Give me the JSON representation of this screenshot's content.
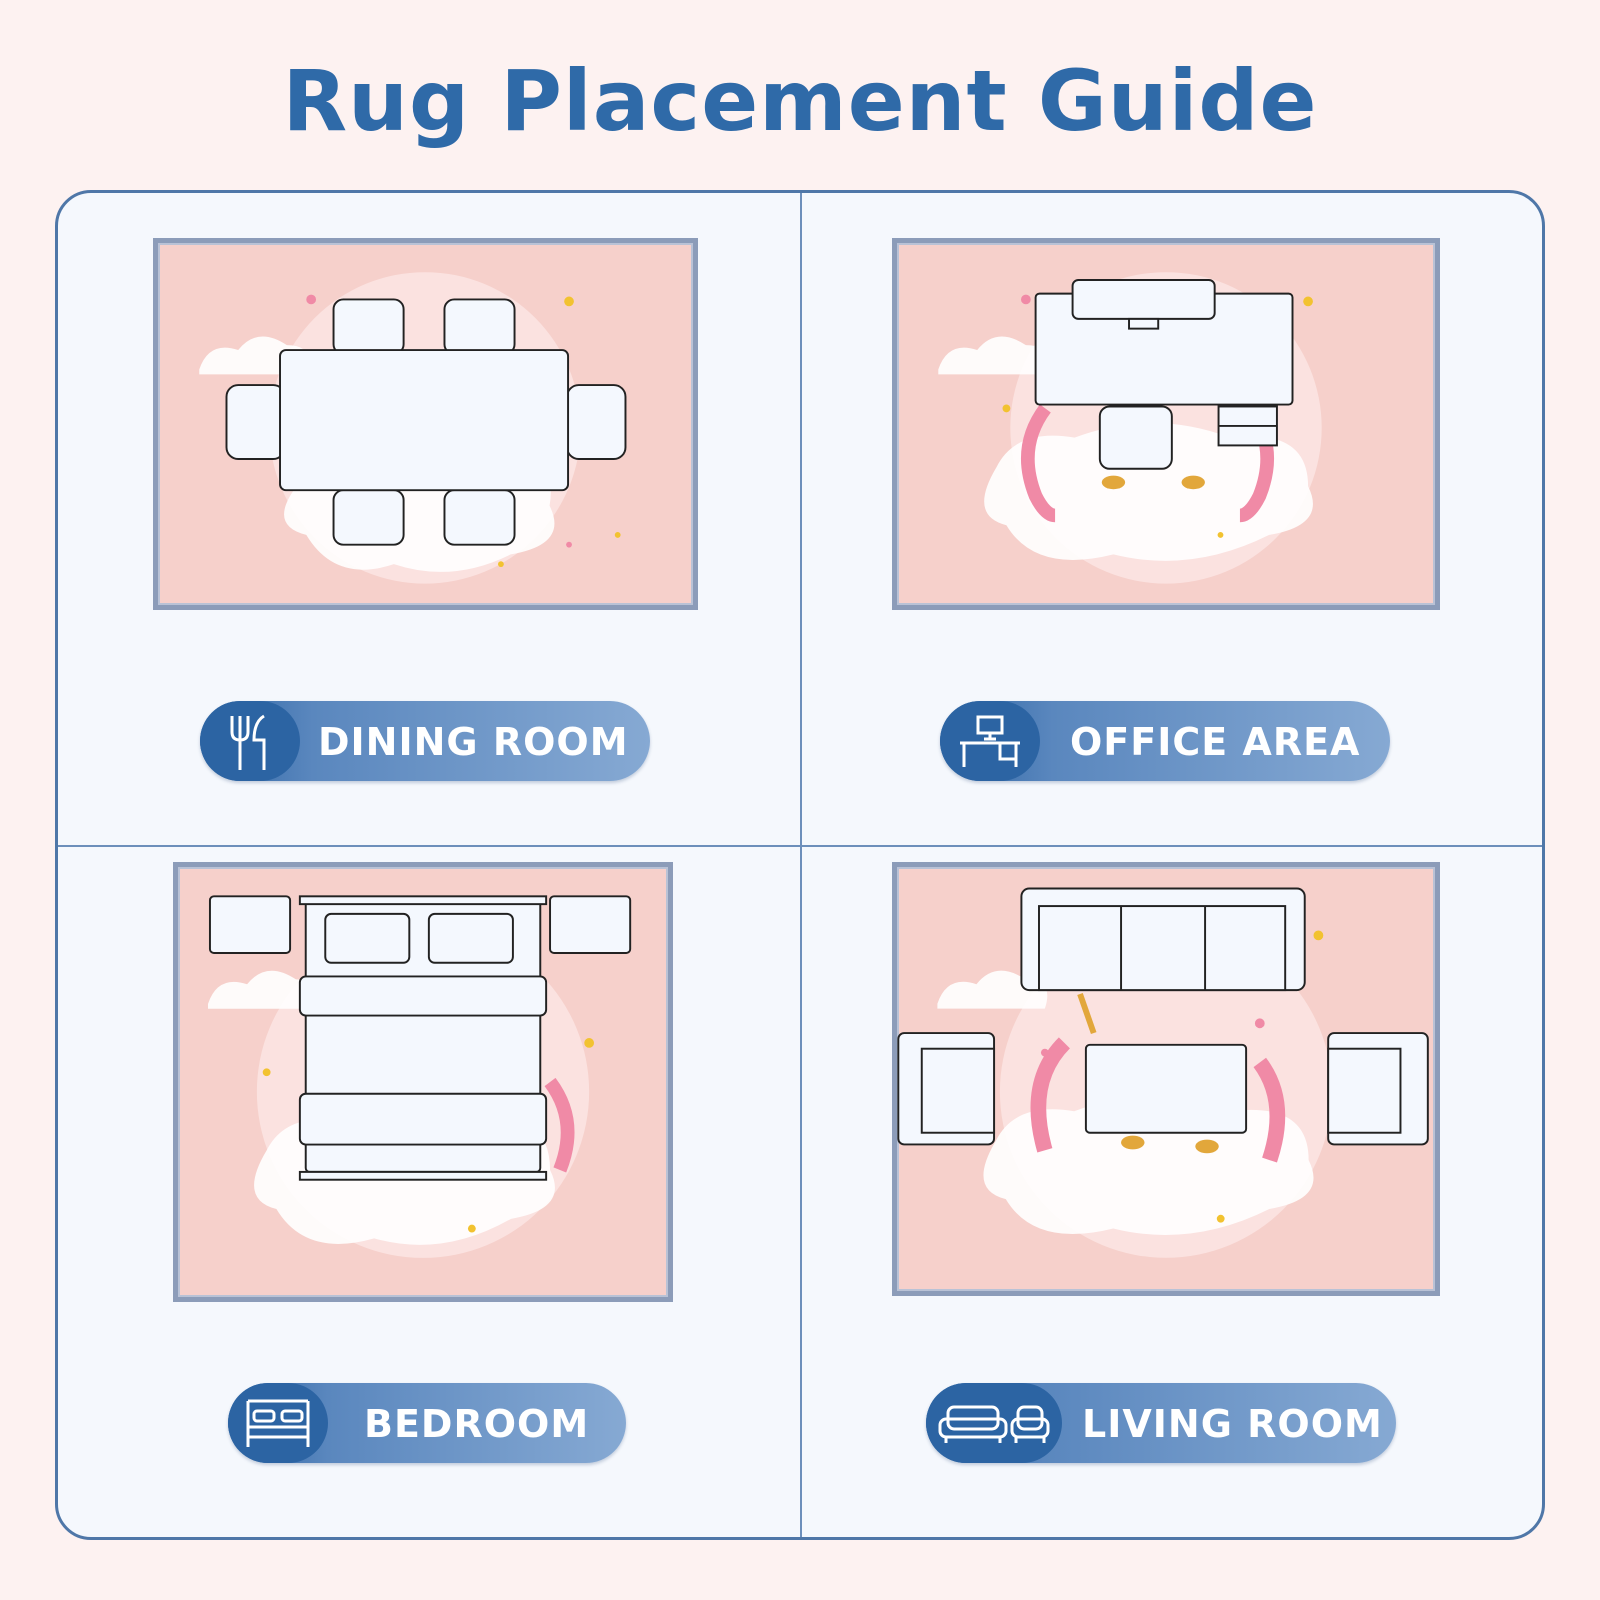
{
  "title": "Rug Placement Guide",
  "colors": {
    "title": "#2f6aa8",
    "rug": "#f6d0cb",
    "rug_border": "#8c9cb9",
    "pill": "#2c64a3",
    "furniture": "#f4f8fe",
    "outline": "#222222"
  },
  "rooms": [
    {
      "label": "DINING ROOM",
      "icon": "fork-knife-icon"
    },
    {
      "label": "OFFICE AREA",
      "icon": "desk-computer-icon"
    },
    {
      "label": "BEDROOM",
      "icon": "bed-icon"
    },
    {
      "label": "LIVING ROOM",
      "icon": "sofa-armchair-icon"
    }
  ]
}
